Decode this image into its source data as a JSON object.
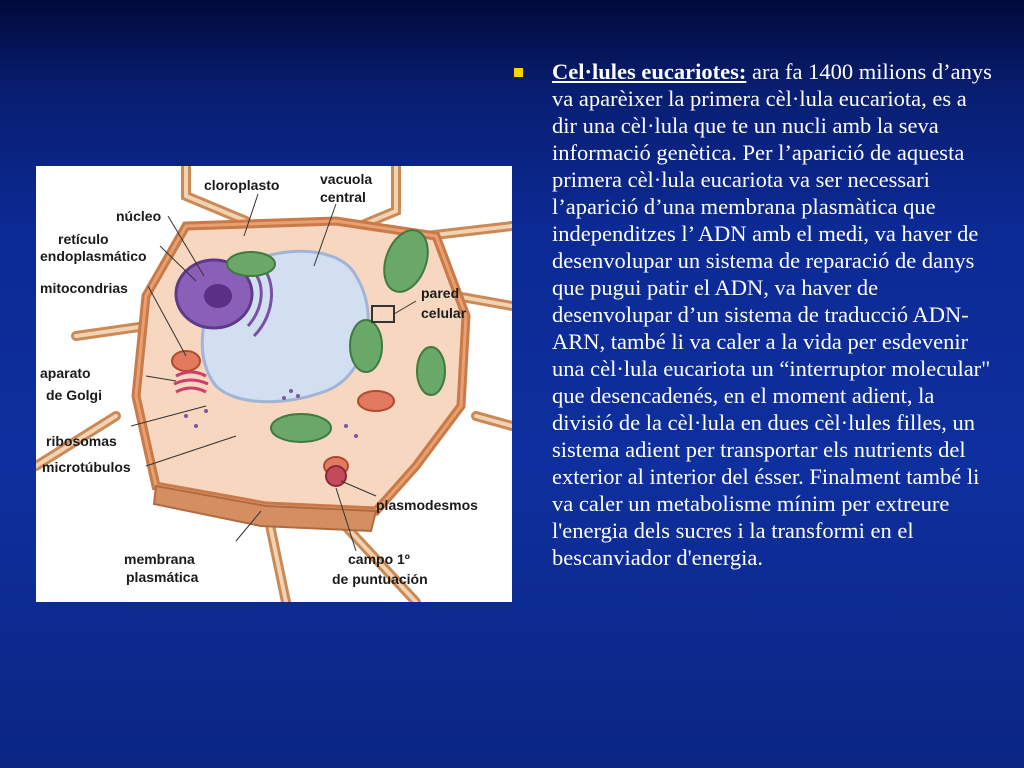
{
  "slide": {
    "bullet_lead": "Cel·lules eucariotes:",
    "bullet_text": " ara fa 1400 milions d’anys va aparèixer la primera cèl·lula eucariota, es a dir una cèl·lula que te un nucli amb la seva informació genètica. Per l’aparició de aquesta primera cèl·lula eucariota va ser necessari l’aparició d’una membrana plasmàtica que independitzes l’ ADN amb el medi, va haver de desenvolupar un sistema de reparació de danys que pugui patir el ADN, va haver de desenvolupar d’un sistema de traducció ADN-ARN, també li va caler a la vida per esdevenir una cèl·lula eucariota un “interruptor molecular\" que desencadenés, en el moment adient, la divisió de la cèl·lula en dues cèl·lules filles, un sistema adient per transportar els nutrients del exterior al interior del ésser. Finalment també li va caler un metabolisme mínim per extreure l'energia dels sucres i la transformi en el bescanviador d'energia."
  },
  "figure": {
    "labels": {
      "cloroplasto": "cloroplasto",
      "vacuola_1": "vacuola",
      "vacuola_2": "central",
      "nucleo": "núcleo",
      "reticulo_1": "retículo",
      "reticulo_2": "endoplasmático",
      "mitocondrias": "mitocondrias",
      "pared_1": "pared",
      "pared_2": "celular",
      "golgi_1": "aparato",
      "golgi_2": "de Golgi",
      "ribosomas": "ribosomas",
      "microtubulos": "microtúbulos",
      "plasmodesmos": "plasmodesmos",
      "membrana_1": "membrana",
      "membrana_2": "plasmática",
      "campo_1": "campo 1º",
      "campo_2": "de puntuación"
    }
  },
  "colors": {
    "background_top": "#020a3a",
    "background_main": "#0e2f9e",
    "bullet": "#ffd200",
    "text": "#ffffff"
  }
}
